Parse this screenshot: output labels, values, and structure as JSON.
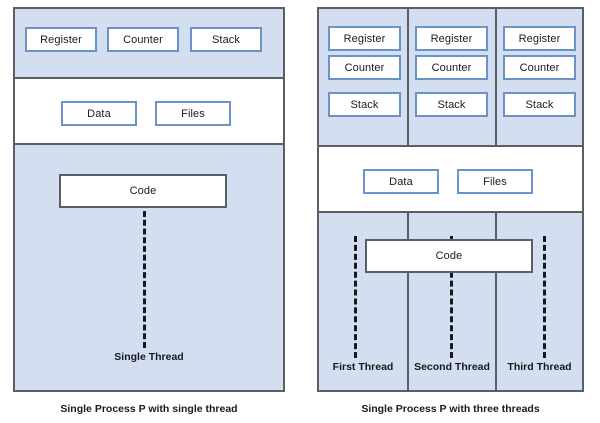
{
  "diagram": {
    "title": "Single-threaded vs multithreaded process memory layout",
    "colors": {
      "band_blue": "#d3dff1",
      "band_white": "#ffffff",
      "frame_border": "#5a5f66",
      "box_border_blue": "#6c93c8",
      "thread_line": "#16181c"
    }
  },
  "left_process": {
    "caption": "Single Process P with single thread",
    "top_band": {
      "boxes": [
        {
          "label": "Register"
        },
        {
          "label": "Counter"
        },
        {
          "label": "Stack"
        }
      ]
    },
    "middle_band": {
      "boxes": [
        {
          "label": "Data"
        },
        {
          "label": "Files"
        }
      ]
    },
    "bottom_band": {
      "code_box": {
        "label": "Code"
      },
      "thread_label": "Single Thread"
    }
  },
  "right_process": {
    "caption": "Single Process P with three threads",
    "top_band": {
      "columns": [
        {
          "boxes": [
            {
              "label": "Register"
            },
            {
              "label": "Counter"
            },
            {
              "label": "Stack"
            }
          ]
        },
        {
          "boxes": [
            {
              "label": "Register"
            },
            {
              "label": "Counter"
            },
            {
              "label": "Stack"
            }
          ]
        },
        {
          "boxes": [
            {
              "label": "Register"
            },
            {
              "label": "Counter"
            },
            {
              "label": "Stack"
            }
          ]
        }
      ]
    },
    "middle_band": {
      "boxes": [
        {
          "label": "Data"
        },
        {
          "label": "Files"
        }
      ]
    },
    "bottom_band": {
      "code_box": {
        "label": "Code"
      },
      "thread_labels": [
        "First Thread",
        "Second Thread",
        "Third Thread"
      ]
    }
  }
}
